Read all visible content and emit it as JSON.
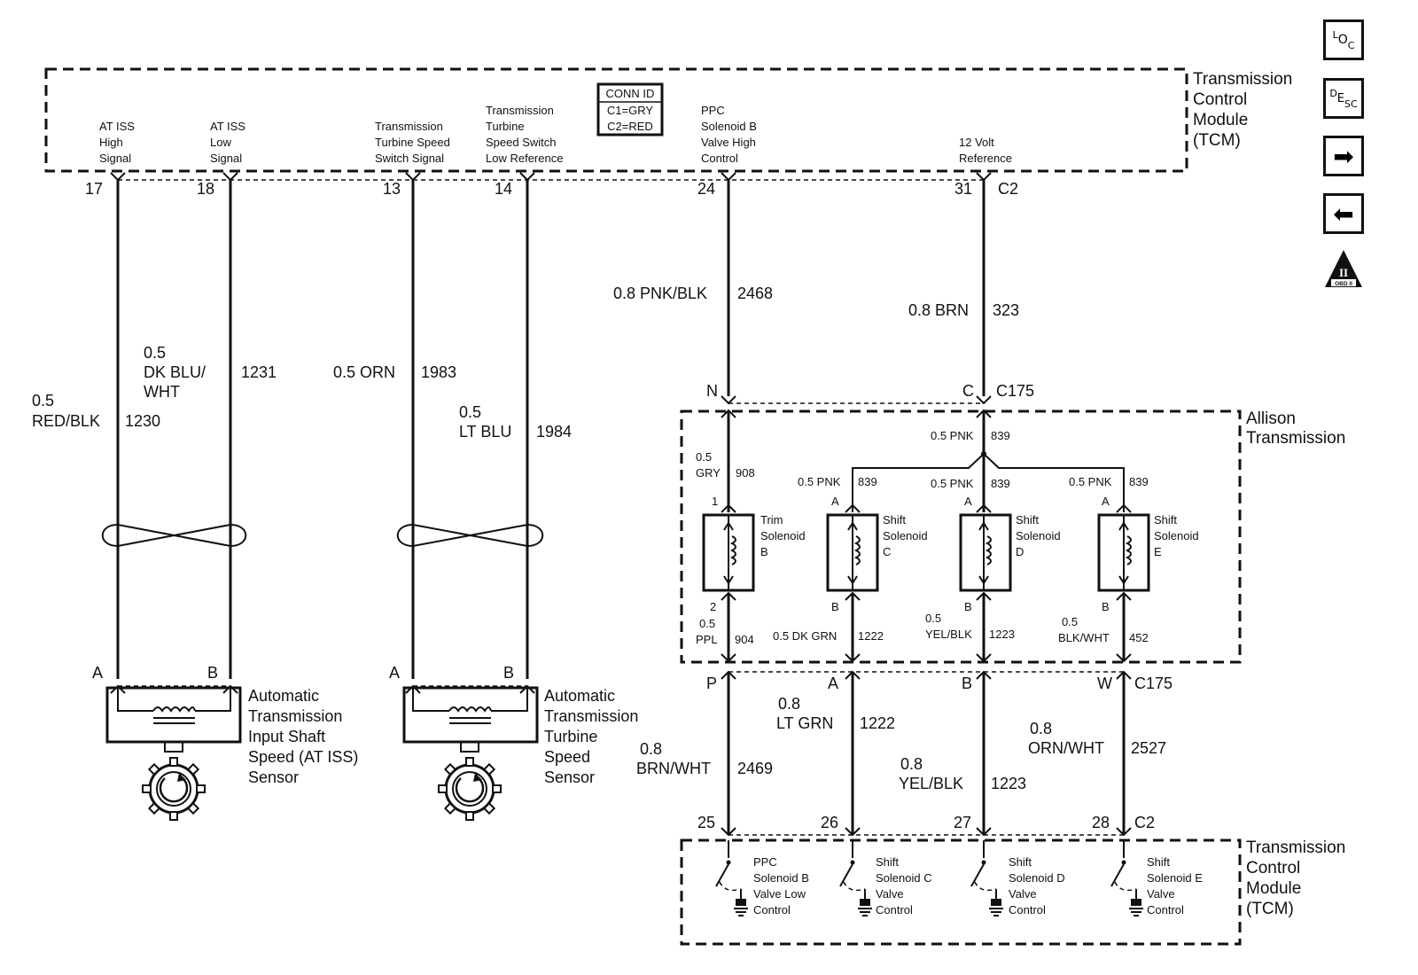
{
  "modules": {
    "tcm": "Transmission Control Module (TCM)",
    "allison": "Allison Transmission",
    "conn_id": {
      "title": "CONN ID",
      "c1": "C1=GRY",
      "c2": "C2=RED"
    }
  },
  "tcm_inputs": [
    {
      "lines": [
        "AT ISS",
        "High",
        "Signal"
      ],
      "pin": "17"
    },
    {
      "lines": [
        "AT ISS",
        "Low",
        "Signal"
      ],
      "pin": "18"
    },
    {
      "lines": [
        "Transmission",
        "Turbine Speed",
        "Switch Signal"
      ],
      "pin": "13"
    },
    {
      "lines": [
        "Transmission",
        "Turbine",
        "Speed Switch",
        "Low Reference"
      ],
      "pin": "14"
    },
    {
      "lines": [
        "PPC",
        "Solenoid B",
        "Valve High",
        "Control"
      ],
      "pin": "24"
    },
    {
      "lines": [
        "12 Volt",
        "Reference"
      ],
      "pin": "31"
    }
  ],
  "connectors": {
    "c2": "C2",
    "c175": "C175"
  },
  "wires": {
    "w1230": {
      "size": "0.5",
      "color": "RED/BLK",
      "circuit": "1230"
    },
    "w1231": {
      "size": "0.5",
      "color1": "DK BLU/",
      "color2": "WHT",
      "circuit": "1231"
    },
    "w1983": {
      "label": "0.5 ORN",
      "circuit": "1983"
    },
    "w1984": {
      "size": "0.5",
      "color": "LT BLU",
      "circuit": "1984"
    },
    "w2468": {
      "label": "0.8 PNK/BLK",
      "circuit": "2468"
    },
    "w323": {
      "label": "0.8 BRN",
      "circuit": "323"
    },
    "w908": {
      "size": "0.5",
      "color": "GRY",
      "circuit": "908"
    },
    "w839_main": {
      "label": "0.5 PNK",
      "circuit": "839"
    },
    "w839_c": {
      "label": "0.5 PNK",
      "circuit": "839"
    },
    "w839_d": {
      "label": "0.5 PNK",
      "circuit": "839"
    },
    "w839_e": {
      "label": "0.5 PNK",
      "circuit": "839"
    },
    "w904": {
      "size": "0.5",
      "color": "PPL",
      "circuit": "904"
    },
    "w1222_in": {
      "label": "0.5 DK GRN",
      "circuit": "1222"
    },
    "w1223_in": {
      "size": "0.5",
      "color": "YEL/BLK",
      "circuit": "1223"
    },
    "w452": {
      "size": "0.5",
      "color": "BLK/WHT",
      "circuit": "452"
    },
    "w2469": {
      "size": "0.8",
      "color": "BRN/WHT",
      "circuit": "2469"
    },
    "w1222": {
      "size": "0.8",
      "color": "LT GRN",
      "circuit": "1222"
    },
    "w1223": {
      "size": "0.8",
      "color": "YEL/BLK",
      "circuit": "1223"
    },
    "w2527": {
      "size": "0.8",
      "color": "ORN/WHT",
      "circuit": "2527"
    }
  },
  "pins": {
    "N": "N",
    "C": "C",
    "sol_b_in": "1",
    "sol_b_out": "2",
    "sol_c_in": "A",
    "sol_c_out": "B",
    "sol_d_in": "A",
    "sol_d_out": "B",
    "sol_e_in": "A",
    "sol_e_out": "B",
    "P": "P",
    "A": "A",
    "B": "B",
    "W": "W",
    "p25": "25",
    "p26": "26",
    "p27": "27",
    "p28": "28",
    "iss_a": "A",
    "iss_b": "B",
    "tss_a": "A",
    "tss_b": "B"
  },
  "solenoids": [
    {
      "lines": [
        "Trim",
        "Solenoid",
        "B"
      ]
    },
    {
      "lines": [
        "Shift",
        "Solenoid",
        "C"
      ]
    },
    {
      "lines": [
        "Shift",
        "Solenoid",
        "D"
      ]
    },
    {
      "lines": [
        "Shift",
        "Solenoid",
        "E"
      ]
    }
  ],
  "sensors": [
    {
      "lines": [
        "Automatic",
        "Transmission",
        "Input Shaft",
        "Speed (AT ISS)",
        "Sensor"
      ]
    },
    {
      "lines": [
        "Automatic",
        "Transmission",
        "Turbine",
        "Speed",
        "Sensor"
      ]
    }
  ],
  "drivers": [
    {
      "lines": [
        "PPC",
        "Solenoid B",
        "Valve Low",
        "Control"
      ]
    },
    {
      "lines": [
        "Shift",
        "Solenoid C",
        "Valve",
        "Control"
      ]
    },
    {
      "lines": [
        "Shift",
        "Solenoid D",
        "Valve",
        "Control"
      ]
    },
    {
      "lines": [
        "Shift",
        "Solenoid E",
        "Valve",
        "Control"
      ]
    }
  ],
  "tcm_label_lines": [
    "Transmission",
    "Control",
    "Module",
    "(TCM)"
  ],
  "allison_label_lines": [
    "Allison",
    "Transmission"
  ],
  "nav": {
    "loc": {
      "a": "L",
      "b": "O",
      "c": "C"
    },
    "desc": {
      "a": "D",
      "b": "E",
      "c": "S",
      "d": "C"
    },
    "forward": "➡",
    "back": "⬅",
    "obd": {
      "numeral": "II",
      "caption": "OBD II"
    }
  }
}
